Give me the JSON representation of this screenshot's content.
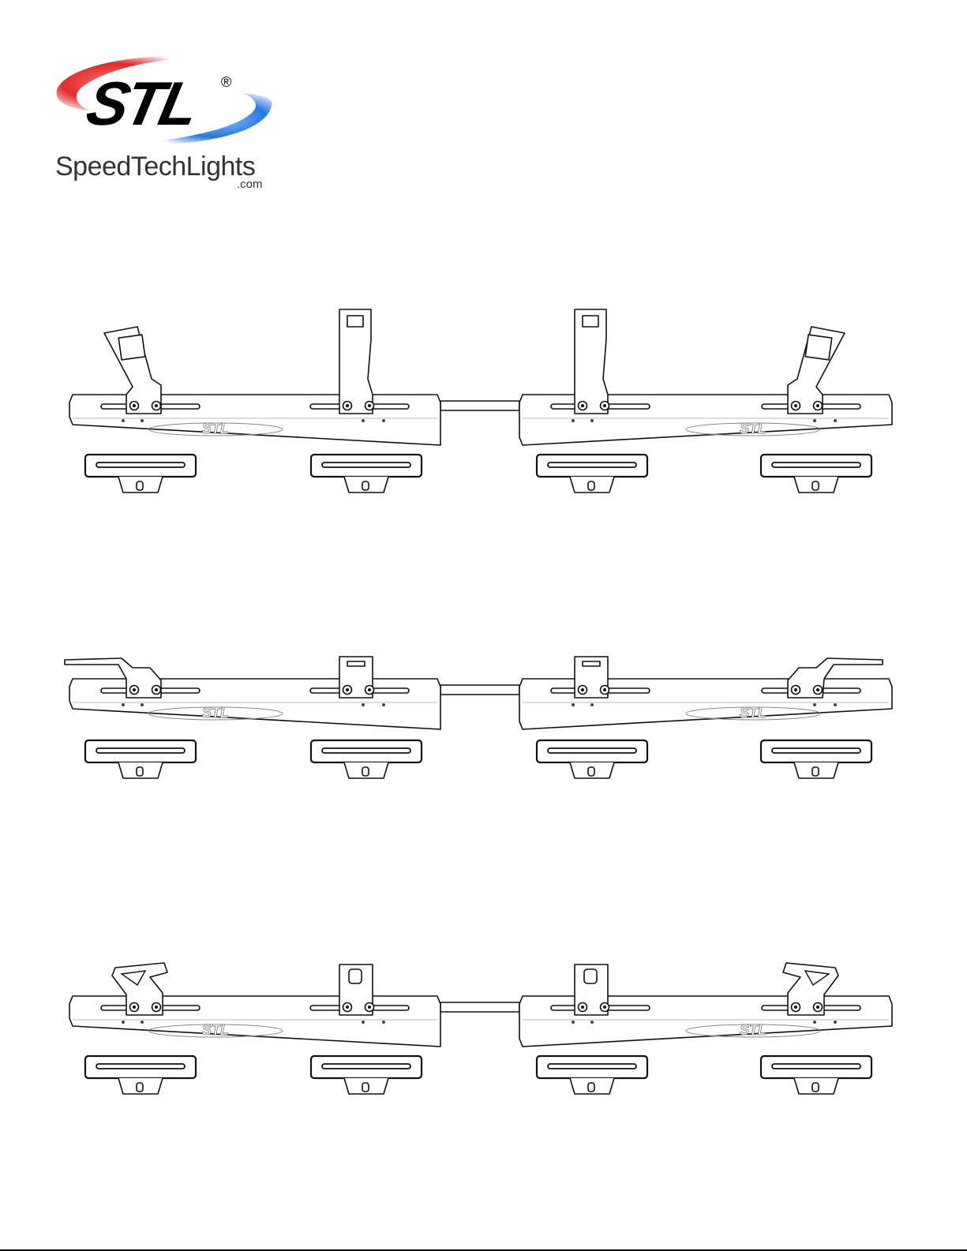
{
  "brand": {
    "logo_text": "STL",
    "registered_mark": "®",
    "name": "SpeedTechLights",
    "domain": ".com",
    "colors": {
      "red_swoosh": "#e02020",
      "blue_swoosh": "#1a6fe0",
      "black": "#000000",
      "gray_text": "#333333"
    }
  },
  "figures": [
    {
      "id": "fig1",
      "bracket_style": "tall-square-window"
    },
    {
      "id": "fig2",
      "bracket_style": "low-flat-arm"
    },
    {
      "id": "fig3",
      "bracket_style": "hook-clip"
    }
  ],
  "bar_emblem": "STL"
}
